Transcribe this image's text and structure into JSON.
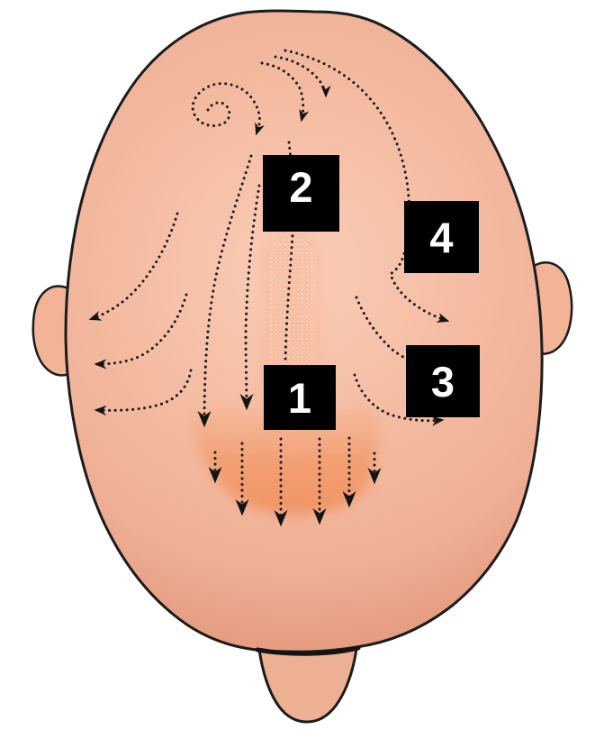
{
  "diagram": {
    "subject": "top view of a human head showing hair growth direction with dotted arrows and a crown whorl spiral",
    "background_color": "#ffffff",
    "colors": {
      "skin": "#f4bca2",
      "skin_highlight": "#f9cdb6",
      "skin_shadow": "#e59a7f",
      "forehead_flush": "#f09160",
      "line_color": "#1c1c1c",
      "marker_background": "#000000",
      "marker_text": "#ffffff"
    }
  },
  "markers": [
    {
      "label": "1"
    },
    {
      "label": "2"
    },
    {
      "label": "3"
    },
    {
      "label": "4"
    }
  ]
}
